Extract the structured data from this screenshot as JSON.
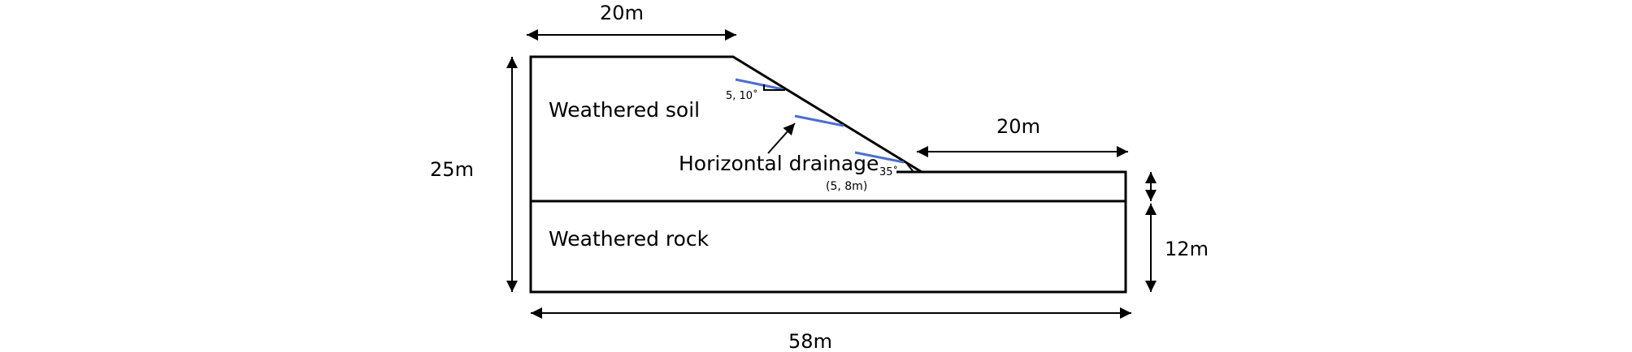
{
  "dimensions": {
    "top_width": "20m",
    "bench_width": "20m",
    "total_height": "25m",
    "rock_height": "12m",
    "total_width": "58m"
  },
  "layers": {
    "upper": "Weathered soil",
    "lower": "Weathered rock"
  },
  "drainage": {
    "label": "Horizontal drainage",
    "spacing": "(5, 8m)",
    "angle_note": "5, 10˚"
  },
  "slope": {
    "angle": "35˚"
  },
  "colors": {
    "outline": "#000000",
    "drain": "#4a6fd0"
  }
}
